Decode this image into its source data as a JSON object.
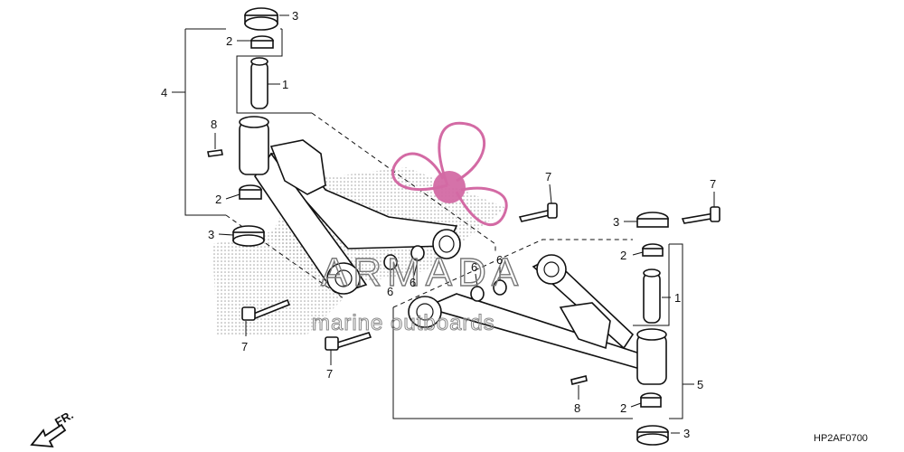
{
  "diagram_code": "HP2AF0700",
  "direction_label": "FR.",
  "watermark": {
    "title": "ARMADA",
    "subtitle": "marine outboards",
    "brand_color": "#d36aa4"
  },
  "callouts": {
    "c1a": "1",
    "c1b": "1",
    "c2a": "2",
    "c2b": "2",
    "c2c": "2",
    "c2d": "2",
    "c3a": "3",
    "c3b": "3",
    "c3c": "3",
    "c3d": "3",
    "c4": "4",
    "c5": "5",
    "c6a": "6",
    "c6b": "6",
    "c6c": "6",
    "c6d": "6",
    "c7a": "7",
    "c7b": "7",
    "c7c": "7",
    "c7d": "7",
    "c8a": "8",
    "c8b": "8"
  }
}
